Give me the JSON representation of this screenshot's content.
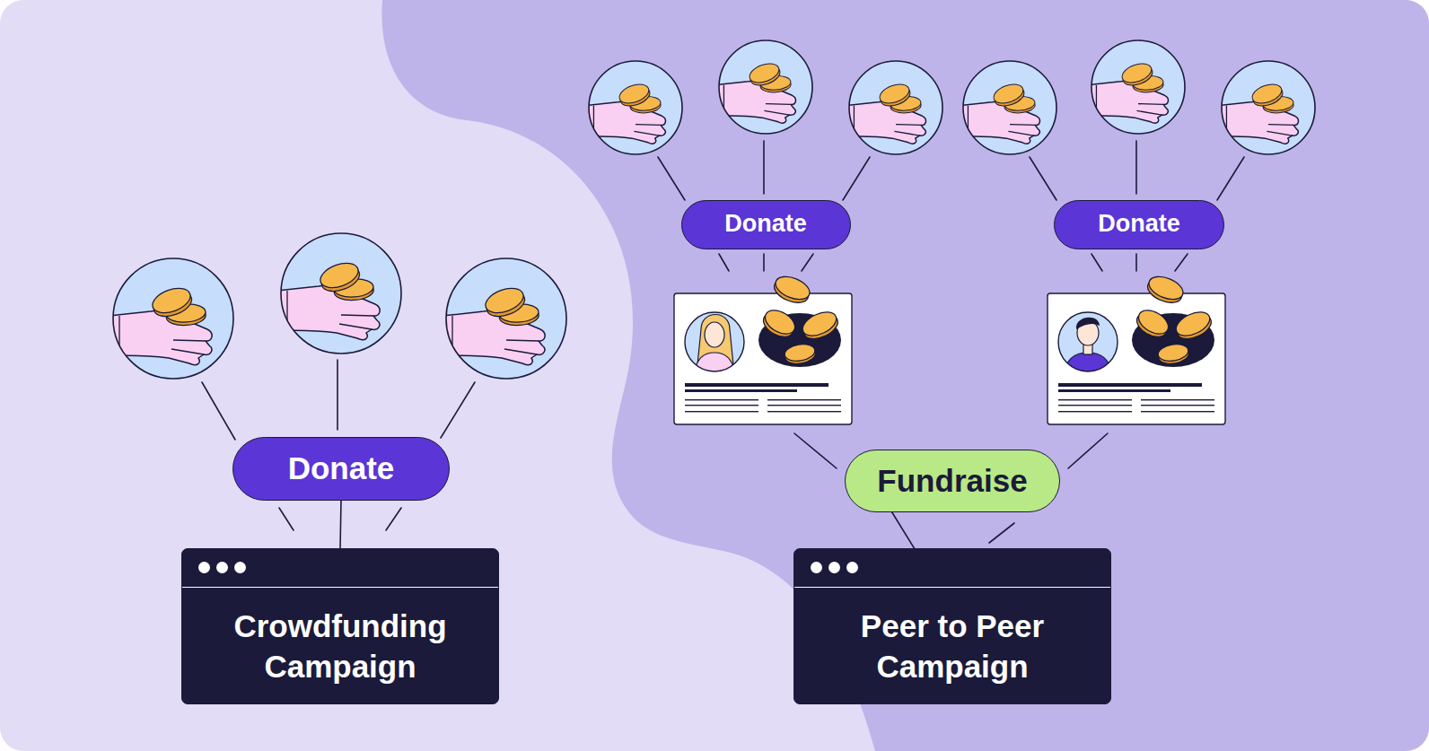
{
  "diagram": {
    "nodes": [
      {
        "text": [
          "Donate"
        ]
      },
      {
        "text": [
          "Crowdfunding Campaign"
        ]
      },
      {
        "text": [
          "Donate"
        ]
      },
      {
        "text": [
          "Donate"
        ]
      },
      {
        "text": [
          "Fundraise"
        ]
      },
      {
        "text": [
          "Peer to Peer Campaign"
        ]
      }
    ],
    "edges": [
      {
        "from": 0,
        "to": 1,
        "arrow": "none"
      },
      {
        "from": 4,
        "to": 5,
        "arrow": "none"
      }
    ]
  }
}
